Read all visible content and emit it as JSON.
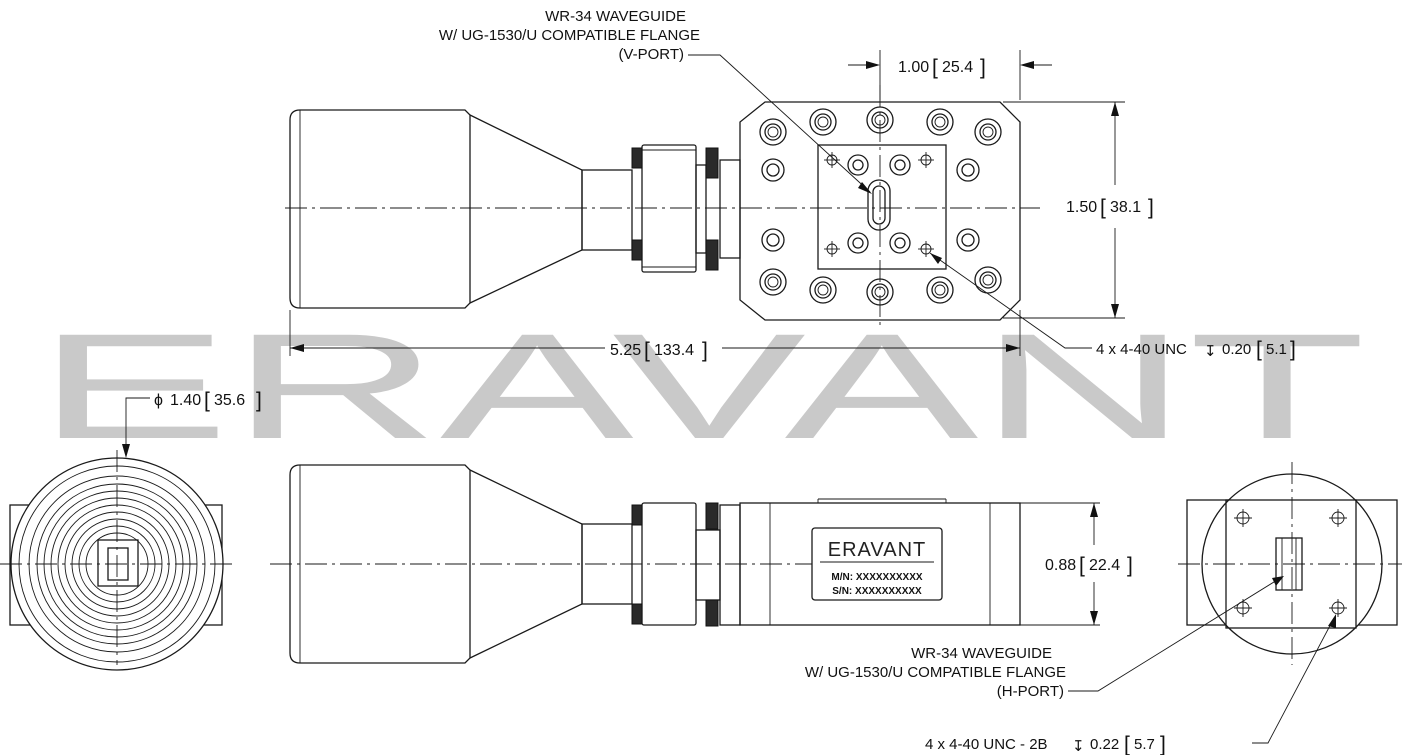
{
  "watermark": "ERAVANT",
  "callouts": {
    "vport_line1": "WR-34 WAVEGUIDE",
    "vport_line2": "W/ UG-1530/U COMPATIBLE FLANGE",
    "vport_line3": "(V-PORT)",
    "hport_line1": "WR-34 WAVEGUIDE",
    "hport_line2": "W/ UG-1530/U COMPATIBLE FLANGE",
    "hport_line3": "(H-PORT)",
    "holes_top": "4 x 4-40 UNC",
    "holes_top_depth": "0.20",
    "holes_top_depth_mm": "5.1",
    "holes_right": "4 x 4-40 UNC - 2B",
    "holes_right_depth": "0.22",
    "holes_right_depth_mm": "5.7",
    "depth_symbol": "↧"
  },
  "dimensions": {
    "flange_spacing": "1.00",
    "flange_spacing_mm": "25.4",
    "flange_height": "1.50",
    "flange_height_mm": "38.1",
    "overall_length": "5.25",
    "overall_length_mm": "133.4",
    "diameter_symbol": "ϕ",
    "horn_diameter": "1.40",
    "horn_diameter_mm": "35.6",
    "body_height": "0.88",
    "body_height_mm": "22.4"
  },
  "label_plate": {
    "brand": "ERAVANT",
    "model_line": "M/N: XXXXXXXXXX",
    "serial_line": "S/N: XXXXXXXXXX"
  }
}
